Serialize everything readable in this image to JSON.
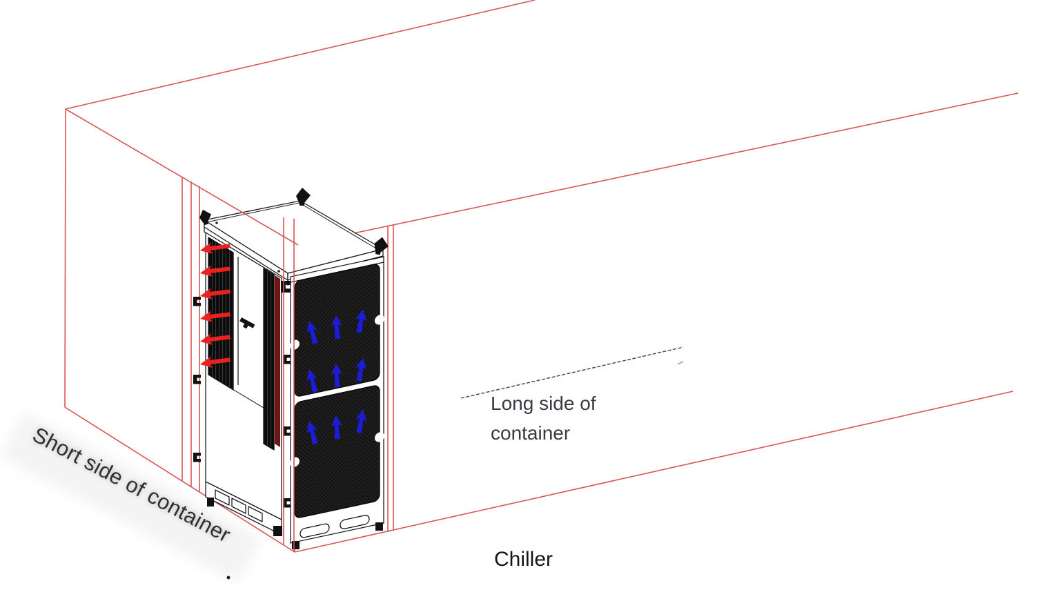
{
  "diagram": {
    "type": "isometric installation diagram",
    "labels": {
      "short_side": "Short side of container",
      "long_side_line1": "Long side of",
      "long_side_line2": "container",
      "chiller": "Chiller"
    },
    "colors": {
      "wireframe_red": "#d95454",
      "exhaust_red": "#e92121",
      "intake_blue": "#1b1bd8",
      "maroon": "#6e1515",
      "cabinet_line": "#1a1a1a",
      "text": "#2e2e2e",
      "background": "#ffffff"
    },
    "airflow": {
      "red_exhaust_arrows": 6,
      "red_arrow_direction": "left",
      "blue_intake_arrows_upper": 6,
      "blue_intake_arrows_lower": 3,
      "blue_arrow_direction": "up"
    }
  }
}
